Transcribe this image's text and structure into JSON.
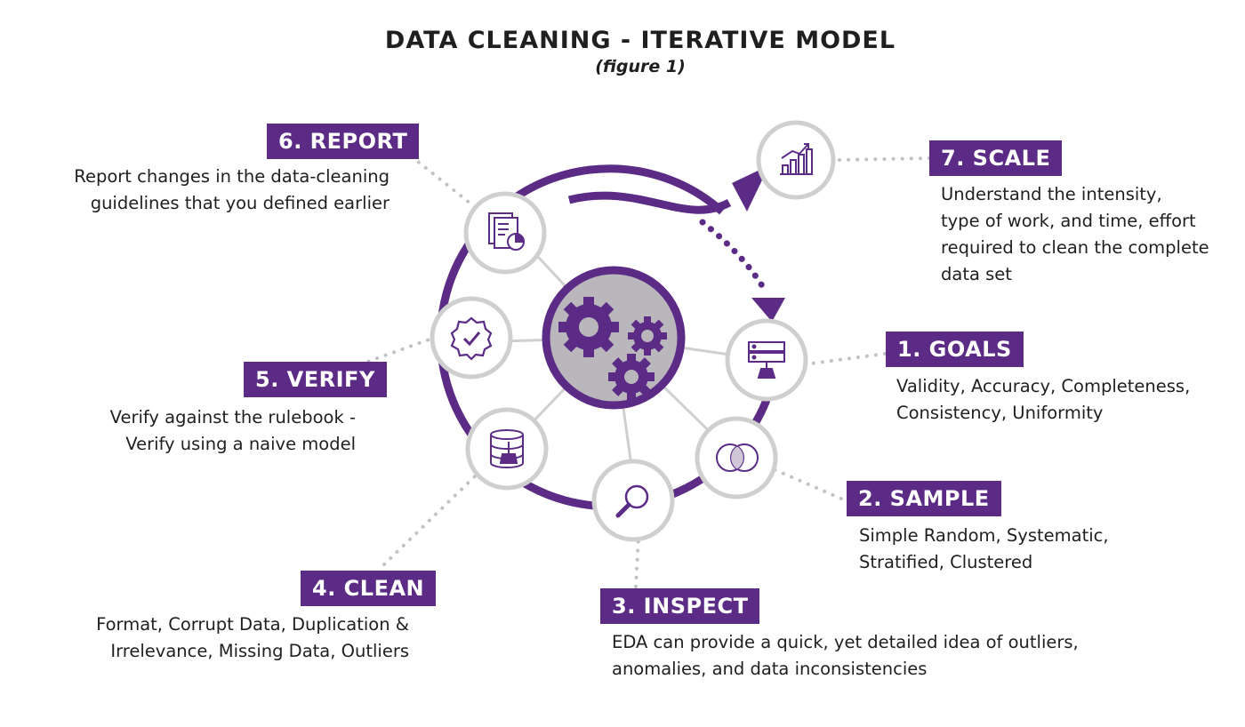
{
  "title": "DATA CLEANING - ITERATIVE MODEL",
  "subtitle": "(figure 1)",
  "colors": {
    "accent": "#5b2b86",
    "hub": "#b9b6bc",
    "dots": "#c2c2c2",
    "ring": "#cfcfcf"
  },
  "steps": {
    "goals": {
      "label": "1. GOALS",
      "icon": "data-cleaning-brush-icon",
      "lines": [
        "Validity, Accuracy, Completeness,",
        "Consistency, Uniformity"
      ]
    },
    "sample": {
      "label": "2. SAMPLE",
      "icon": "venn-circles-icon",
      "lines": [
        "Simple Random, Systematic,",
        "Stratified, Clustered"
      ]
    },
    "inspect": {
      "label": "3. INSPECT",
      "icon": "magnifier-icon",
      "lines": [
        "EDA can provide a quick, yet detailed idea of outliers,",
        "anomalies, and data inconsistencies"
      ]
    },
    "clean": {
      "label": "4. CLEAN",
      "icon": "database-brush-icon",
      "lines": [
        "Format, Corrupt Data, Duplication &",
        "Irrelevance, Missing Data, Outliers"
      ]
    },
    "verify": {
      "label": "5. VERIFY",
      "icon": "verified-badge-icon",
      "lines": [
        "Verify against the rulebook -",
        "Verify using a naive model"
      ]
    },
    "report": {
      "label": "6. REPORT",
      "icon": "report-document-icon",
      "lines": [
        "Report changes in the data-cleaning",
        "guidelines that you defined earlier"
      ]
    },
    "scale": {
      "label": "7. SCALE",
      "icon": "growth-chart-icon",
      "lines": [
        "Understand the intensity,",
        "type of work, and time, effort",
        "required to clean the complete",
        "data set"
      ]
    }
  },
  "hub": {
    "icon": "gears-icon"
  }
}
